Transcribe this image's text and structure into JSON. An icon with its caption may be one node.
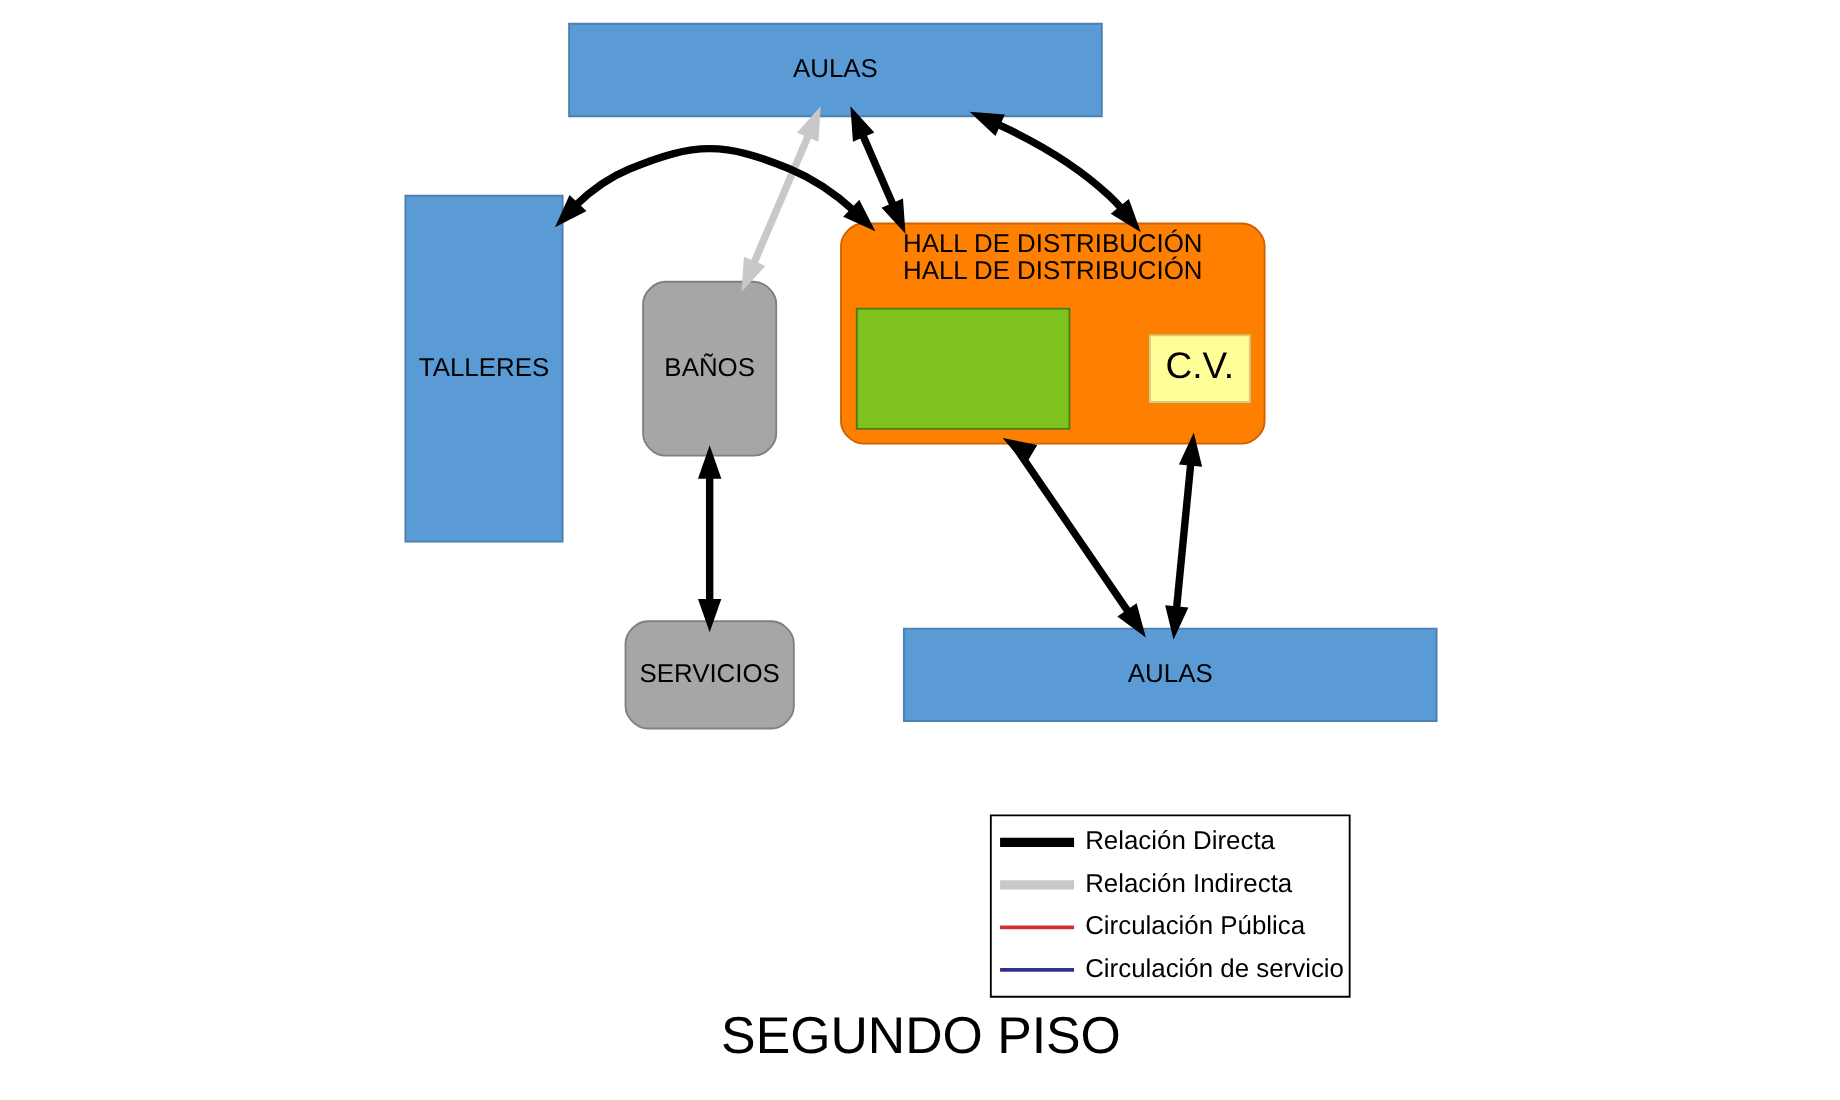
{
  "diagram": {
    "title": "SEGUNDO PISO",
    "nodes": [
      {
        "text": [
          "AULAS"
        ]
      },
      {
        "text": [
          "TALLERES"
        ]
      },
      {
        "text": [
          "HALL DE DISTRIBUCIÓN",
          "HALL DE DISTRIBUCIÓN"
        ]
      },
      {
        "text": [],
        "shape": "box",
        "in": 2
      },
      {
        "text": [
          "C.V."
        ],
        "in": 2
      },
      {
        "text": [
          "BAÑOS"
        ]
      },
      {
        "text": [
          "SERVICIOS"
        ]
      },
      {
        "text": [
          "AULAS"
        ]
      }
    ],
    "edges": [
      {
        "from": 2,
        "to": 0,
        "arrow": "both"
      },
      {
        "from": 2,
        "to": 0,
        "arrow": "both"
      },
      {
        "from": 1,
        "to": 2,
        "arrow": "both"
      },
      {
        "from": 2,
        "to": 7,
        "arrow": "both"
      },
      {
        "from": 2,
        "to": 7,
        "arrow": "both"
      },
      {
        "from": 0,
        "to": 5,
        "arrow": "both",
        "color": "#c8c8c8"
      },
      {
        "from": 5,
        "to": 6,
        "arrow": "both"
      }
    ],
    "legend": [
      {
        "text": "Relación Directa"
      },
      {
        "text": "Relación Indirecta"
      },
      {
        "text": "Circulación Pública"
      },
      {
        "text": "Circulación de servicio"
      }
    ]
  }
}
